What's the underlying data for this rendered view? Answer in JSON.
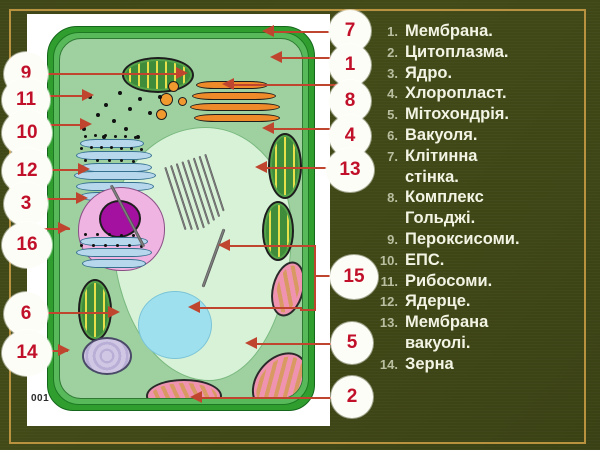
{
  "slide": {
    "background_color": "#3f4617",
    "frame_color": "#b9923f",
    "watermark": "001"
  },
  "legend": {
    "number_color": "#b9bfa0",
    "text_color": "#f3f4e4",
    "items": [
      {
        "num": "1.",
        "label": "Мембрана."
      },
      {
        "num": "2.",
        "label": "Цитоплазма."
      },
      {
        "num": "3.",
        "label": "Ядро."
      },
      {
        "num": "4.",
        "label": "Хлоропласт."
      },
      {
        "num": "5.",
        "label": "Мітохондрія."
      },
      {
        "num": "6.",
        "label": "Вакуоля."
      },
      {
        "num": "7.",
        "label": "Клітинна",
        "label2": "стінка."
      },
      {
        "num": "8.",
        "label": "Комплекс",
        "label2": "Гольджі."
      },
      {
        "num": "9.",
        "label": "Пероксисоми."
      },
      {
        "num": "10.",
        "label": "ЕПС."
      },
      {
        "num": "11.",
        "label": "Рибосоми."
      },
      {
        "num": "12.",
        "label": "Ядерце."
      },
      {
        "num": "13.",
        "label": "Мембрана",
        "label2": "вакуолі."
      },
      {
        "num": "14.",
        "label": "Зерна"
      }
    ]
  },
  "callouts": {
    "bubble_fill": "#fdfdf7",
    "bubble_text_color": "#c1102a",
    "leader_color": "#c0452f",
    "left": [
      {
        "id": "9",
        "value": "9"
      },
      {
        "id": "11",
        "value": "11"
      },
      {
        "id": "10",
        "value": "10"
      },
      {
        "id": "12",
        "value": "12"
      },
      {
        "id": "3",
        "value": "3"
      },
      {
        "id": "16",
        "value": "16"
      },
      {
        "id": "6",
        "value": "6"
      },
      {
        "id": "14",
        "value": "14"
      }
    ],
    "right": [
      {
        "id": "7",
        "value": "7"
      },
      {
        "id": "1",
        "value": "1"
      },
      {
        "id": "8",
        "value": "8"
      },
      {
        "id": "4",
        "value": "4"
      },
      {
        "id": "13",
        "value": "13"
      },
      {
        "id": "15",
        "value": "15"
      },
      {
        "id": "5",
        "value": "5"
      },
      {
        "id": "2",
        "value": "2"
      }
    ]
  },
  "diagram": {
    "title": "plant-cell-diagram",
    "organelles": [
      "cell-wall",
      "plasma-membrane",
      "cytoplasm",
      "vacuole",
      "nucleus",
      "nucleolus",
      "chloroplast",
      "mitochondrion",
      "golgi-apparatus",
      "rough-endoplasmic-reticulum",
      "smooth-endoplasmic-reticulum",
      "ribosomes",
      "peroxisome",
      "starch-grain",
      "cytoskeleton-filaments"
    ]
  }
}
